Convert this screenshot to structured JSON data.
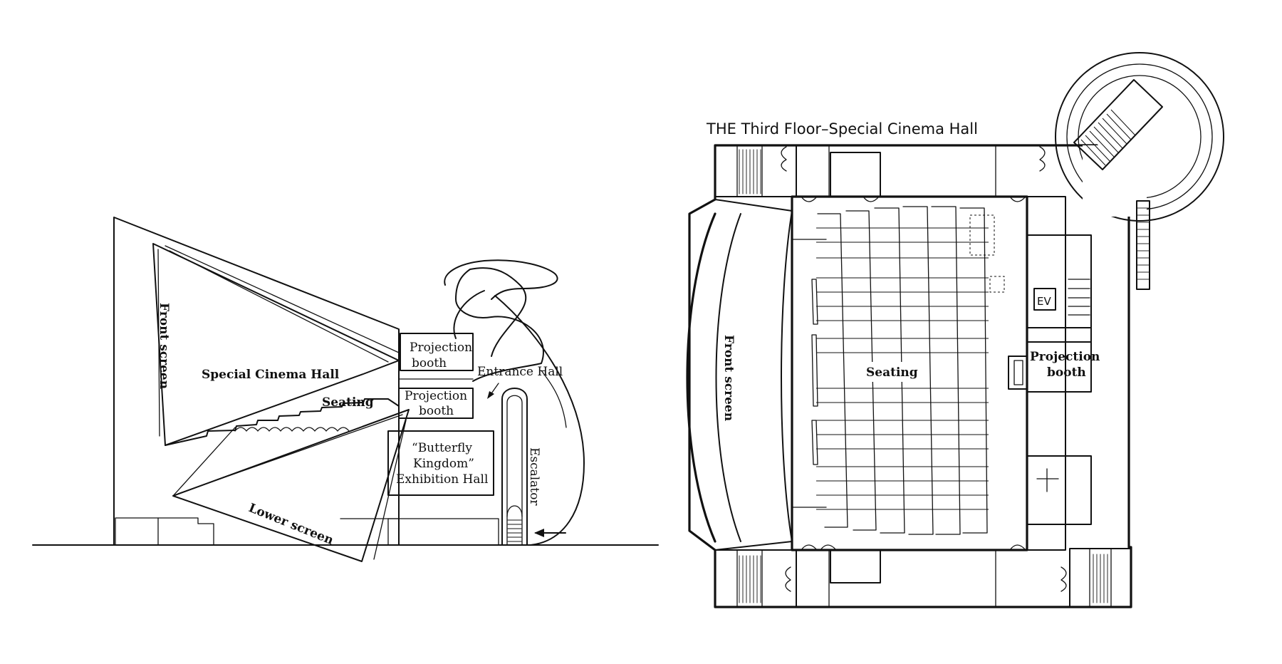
{
  "section": {
    "labels": {
      "front_screen": "Front screen",
      "special_cinema_hall": "Special Cinema Hall",
      "seating": "Seating",
      "projection_booth_upper": [
        "Projection",
        "booth"
      ],
      "projection_booth_lower": [
        "Projection",
        "booth"
      ],
      "entrance_hall": "Entrance Hall",
      "escalator": "Escalator",
      "exhibition_hall": [
        "“Butterfly",
        "Kingdom”",
        "Exhibition Hall"
      ],
      "lower_screen": "Lower screen"
    }
  },
  "plan": {
    "title": "THE Third Floor–Special Cinema Hall",
    "labels": {
      "front_screen": "Front screen",
      "seating": "Seating",
      "ev": "EV",
      "projection_booth": [
        "Projection",
        "booth"
      ]
    }
  }
}
